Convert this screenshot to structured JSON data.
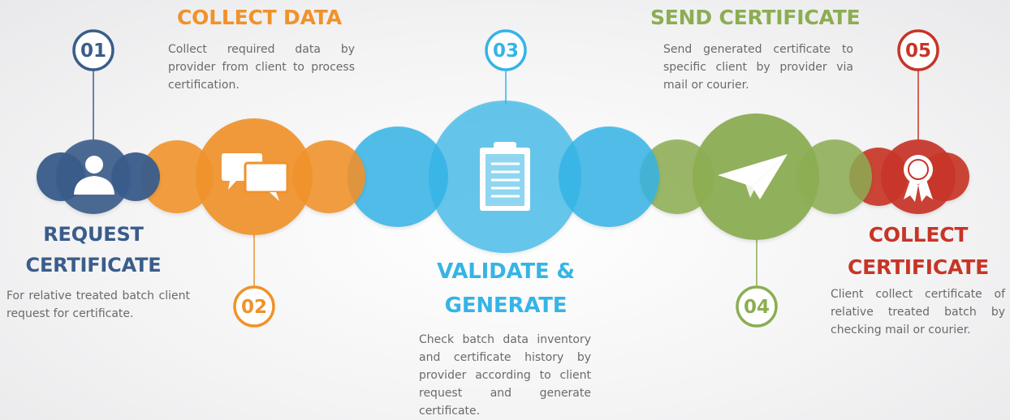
{
  "colors": {
    "step1": "#3a5d8a",
    "step2": "#f0922a",
    "step3": "#35b4e6",
    "step4": "#8cad52",
    "step5": "#c73526"
  },
  "steps": [
    {
      "number": "01",
      "title_lines": [
        "REQUEST",
        "CERTIFICATE"
      ],
      "description": "For relative treated batch client request for certificate.",
      "icon": "user-icon"
    },
    {
      "number": "02",
      "title_lines": [
        "COLLECT DATA"
      ],
      "description": "Collect required data by provider from client to process certification.",
      "icon": "chat-bubbles-icon"
    },
    {
      "number": "03",
      "title_lines": [
        "VALIDATE &",
        "GENERATE"
      ],
      "description": "Check batch data inventory and certificate history by provider according to client request and generate certificate.",
      "icon": "clipboard-icon"
    },
    {
      "number": "04",
      "title_lines": [
        "SEND CERTIFICATE"
      ],
      "description": "Send generated certificate to specific client by provider via mail or courier.",
      "icon": "paper-plane-icon"
    },
    {
      "number": "05",
      "title_lines": [
        "COLLECT",
        "CERTIFICATE"
      ],
      "description": "Client collect certificate of relative treated batch by checking mail or courier.",
      "icon": "award-ribbon-icon"
    }
  ]
}
